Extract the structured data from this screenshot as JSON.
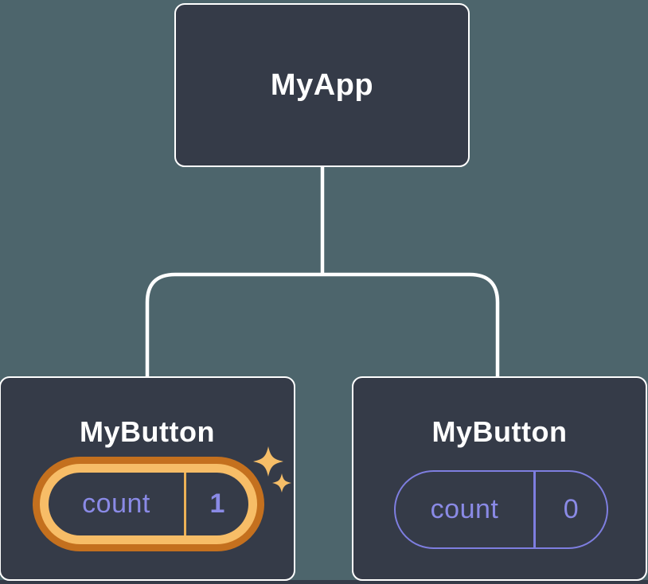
{
  "diagram": {
    "description": "Component tree: parent with two children holding independent state",
    "root": {
      "label": "MyApp"
    },
    "children": [
      {
        "label": "MyButton",
        "state": {
          "name": "count",
          "value": "1"
        },
        "highlighted": true,
        "badge": "sparkles"
      },
      {
        "label": "MyButton",
        "state": {
          "name": "count",
          "value": "0"
        },
        "highlighted": false
      }
    ]
  },
  "colors": {
    "bg": "#4d656c",
    "node_fill": "#353b48",
    "node_border": "#ffffff",
    "text_light": "#ffffff",
    "purple": "#8a8ae6",
    "purple_outline": "#7e7ee0",
    "orange_dark": "#c4701e",
    "gold": "#f7bd67",
    "gold_divider": "#ecb156",
    "sparkle": "#f6be68"
  }
}
